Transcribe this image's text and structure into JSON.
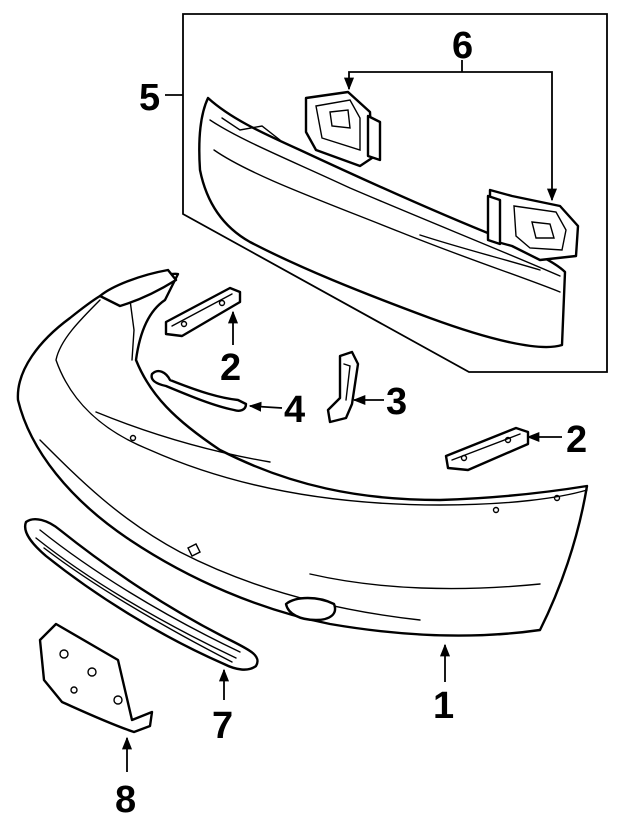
{
  "diagram": {
    "callouts": {
      "c1": "1",
      "c2a": "2",
      "c2b": "2",
      "c3": "3",
      "c4": "4",
      "c5": "5",
      "c6": "6",
      "c7": "7",
      "c8": "8"
    },
    "colors": {
      "ink": "#000000",
      "paper": "#ffffff"
    }
  }
}
